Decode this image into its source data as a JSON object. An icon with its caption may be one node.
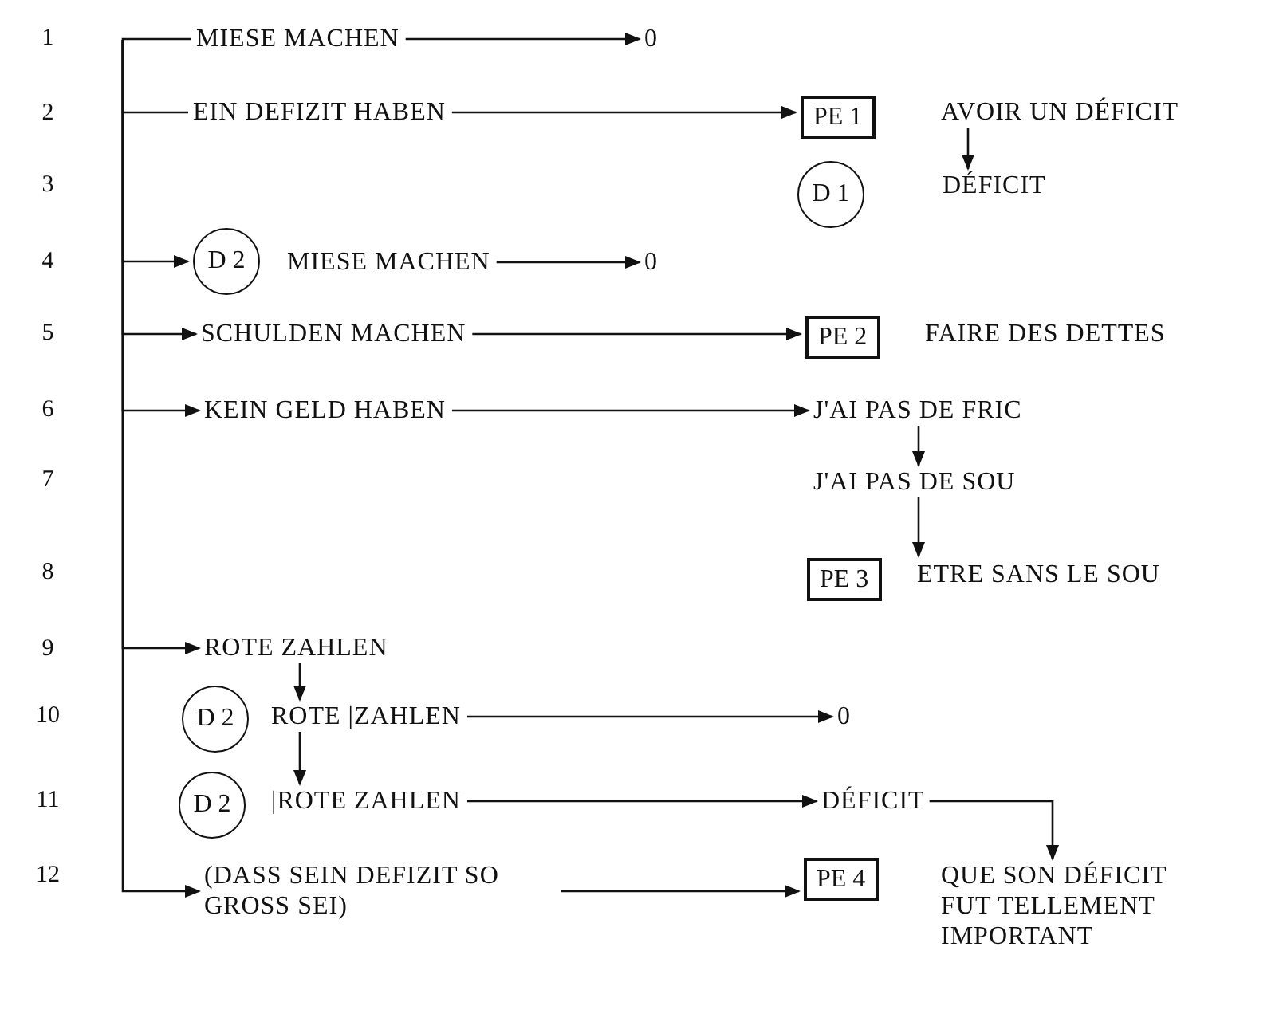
{
  "diagram": {
    "nodes": [
      {
        "text": [
          "MIESE MACHEN"
        ]
      },
      {
        "text": [
          "0"
        ]
      },
      {
        "text": [
          "EIN DEFIZIT HABEN"
        ]
      },
      {
        "text": [
          "PE 1"
        ]
      },
      {
        "text": [
          "AVOIR UN DÉFICIT"
        ]
      },
      {
        "text": [
          "D 1"
        ]
      },
      {
        "text": [
          "DÉFICIT"
        ]
      },
      {
        "text": [
          "D 2"
        ]
      },
      {
        "text": [
          "MIESE MACHEN"
        ]
      },
      {
        "text": [
          "0"
        ]
      },
      {
        "text": [
          "SCHULDEN MACHEN"
        ]
      },
      {
        "text": [
          "PE 2"
        ]
      },
      {
        "text": [
          "FAIRE DES DETTES"
        ]
      },
      {
        "text": [
          "KEIN GELD HABEN"
        ]
      },
      {
        "text": [
          "J'AI PAS DE FRIC"
        ]
      },
      {
        "text": [
          "J'AI PAS DE SOU"
        ]
      },
      {
        "text": [
          "PE 3"
        ]
      },
      {
        "text": [
          "ETRE SANS LE SOU"
        ]
      },
      {
        "text": [
          "ROTE ZAHLEN"
        ]
      },
      {
        "text": [
          "D 2"
        ]
      },
      {
        "text": [
          "ROTE |ZAHLEN"
        ]
      },
      {
        "text": [
          "0"
        ]
      },
      {
        "text": [
          "D 2"
        ]
      },
      {
        "text": [
          "|ROTE ZAHLEN"
        ]
      },
      {
        "text": [
          "DÉFICIT"
        ]
      },
      {
        "text": [
          "(DASS SEIN DEFIZIT SO GROSS SEI)"
        ]
      },
      {
        "text": [
          "PE 4"
        ]
      },
      {
        "text": [
          "QUE SON DÉFICIT FUT TELLEMENT IMPORTANT"
        ]
      }
    ],
    "edges": [
      {
        "from": null,
        "to": 0,
        "arrow": "none"
      },
      {
        "from": 0,
        "to": 1,
        "arrow": "to"
      },
      {
        "from": null,
        "to": 2,
        "arrow": "none"
      },
      {
        "from": 2,
        "to": 3,
        "arrow": "to"
      },
      {
        "from": 4,
        "to": 6,
        "arrow": "to"
      },
      {
        "from": null,
        "to": 7,
        "arrow": "to"
      },
      {
        "from": 8,
        "to": 9,
        "arrow": "to"
      },
      {
        "from": null,
        "to": 10,
        "arrow": "to"
      },
      {
        "from": 10,
        "to": 11,
        "arrow": "to"
      },
      {
        "from": null,
        "to": 13,
        "arrow": "to"
      },
      {
        "from": 13,
        "to": 14,
        "arrow": "to"
      },
      {
        "from": 14,
        "to": 15,
        "arrow": "to"
      },
      {
        "from": 15,
        "to": 16,
        "arrow": "to"
      },
      {
        "from": null,
        "to": 18,
        "arrow": "to"
      },
      {
        "from": 18,
        "to": 20,
        "arrow": "to"
      },
      {
        "from": 20,
        "to": 23,
        "arrow": "to"
      },
      {
        "from": 20,
        "to": 21,
        "arrow": "to"
      },
      {
        "from": 23,
        "to": 24,
        "arrow": "to"
      },
      {
        "from": 24,
        "to": 27,
        "arrow": "to"
      },
      {
        "from": null,
        "to": 25,
        "arrow": "to"
      },
      {
        "from": 25,
        "to": 26,
        "arrow": "to"
      }
    ],
    "labels": [
      "1",
      "2",
      "3",
      "4",
      "5",
      "6",
      "7",
      "8",
      "9",
      "10",
      "11",
      "12"
    ]
  }
}
